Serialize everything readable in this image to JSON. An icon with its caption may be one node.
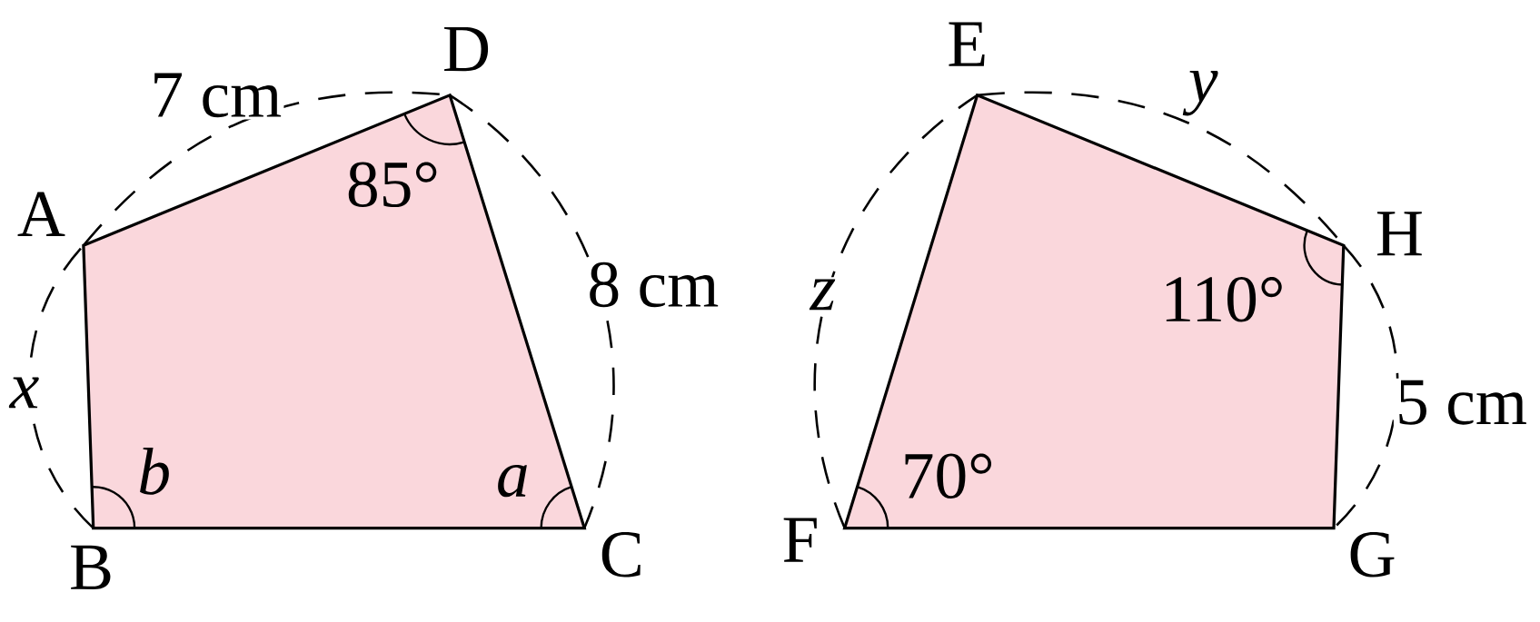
{
  "diagram": {
    "labels": [
      "A",
      "B",
      "C",
      "D",
      "7 cm",
      "8 cm",
      "x",
      "85°",
      "b",
      "a",
      "E",
      "F",
      "G",
      "H",
      "y",
      "z",
      "5 cm",
      "110°",
      "70°"
    ]
  }
}
